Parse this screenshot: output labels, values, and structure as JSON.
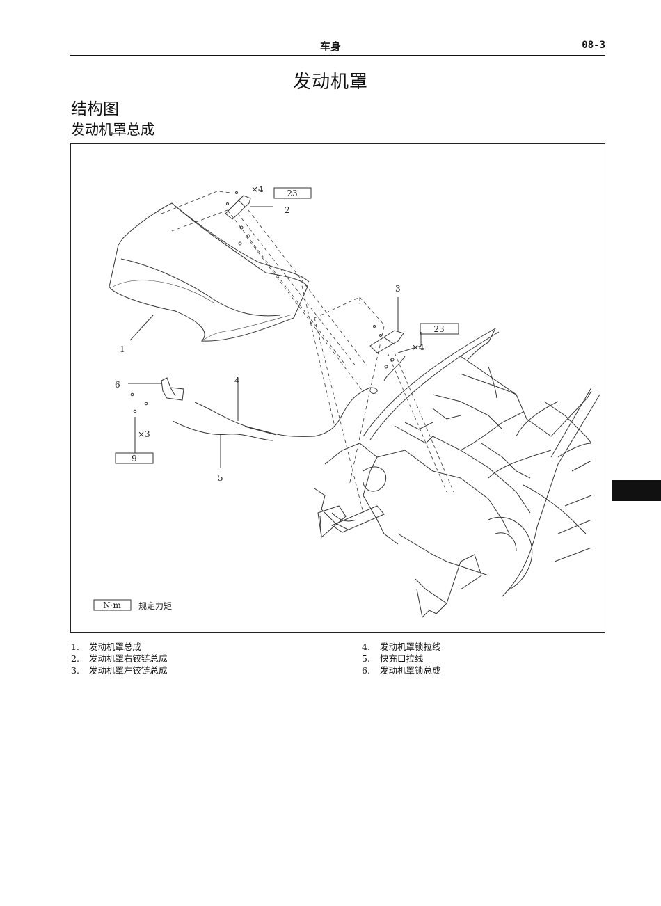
{
  "header": {
    "section": "车身",
    "page_number": "08-3"
  },
  "title": "发动机罩",
  "section_title": "结构图",
  "subsection_title": "发动机罩总成",
  "figure": {
    "callouts": [
      "1",
      "2",
      "3",
      "4",
      "5",
      "6"
    ],
    "torque_hinge_right": "23",
    "torque_hinge_left": "23",
    "torque_latch": "9",
    "qty_hinge_right": "×4",
    "qty_hinge_left": "×4",
    "qty_latch": "×3",
    "legend_unit": "N·m",
    "legend_text": "规定力矩"
  },
  "parts": [
    {
      "num": "1.",
      "name": "发动机罩总成"
    },
    {
      "num": "2.",
      "name": "发动机罩右铰链总成"
    },
    {
      "num": "3.",
      "name": "发动机罩左铰链总成"
    },
    {
      "num": "4.",
      "name": "发动机罩锁拉线"
    },
    {
      "num": "5.",
      "name": "快充口拉线"
    },
    {
      "num": "6.",
      "name": "发动机罩锁总成"
    }
  ]
}
